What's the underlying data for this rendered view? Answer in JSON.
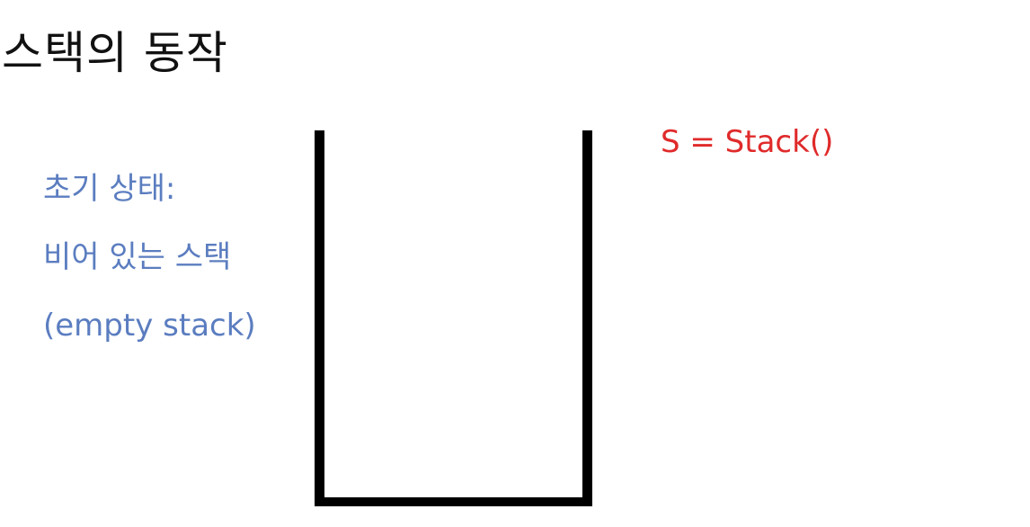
{
  "slide": {
    "title": "스택의 동작"
  },
  "description": {
    "line1": "초기 상태:",
    "line2": "비어 있는 스택",
    "line3": "(empty stack)"
  },
  "code": {
    "statement": "S = Stack()"
  },
  "colors": {
    "title": "#111111",
    "description": "#5b7dc0",
    "code": "#e02a2a",
    "stack_outline": "#000000"
  },
  "stack": {
    "state": "empty",
    "items": []
  }
}
